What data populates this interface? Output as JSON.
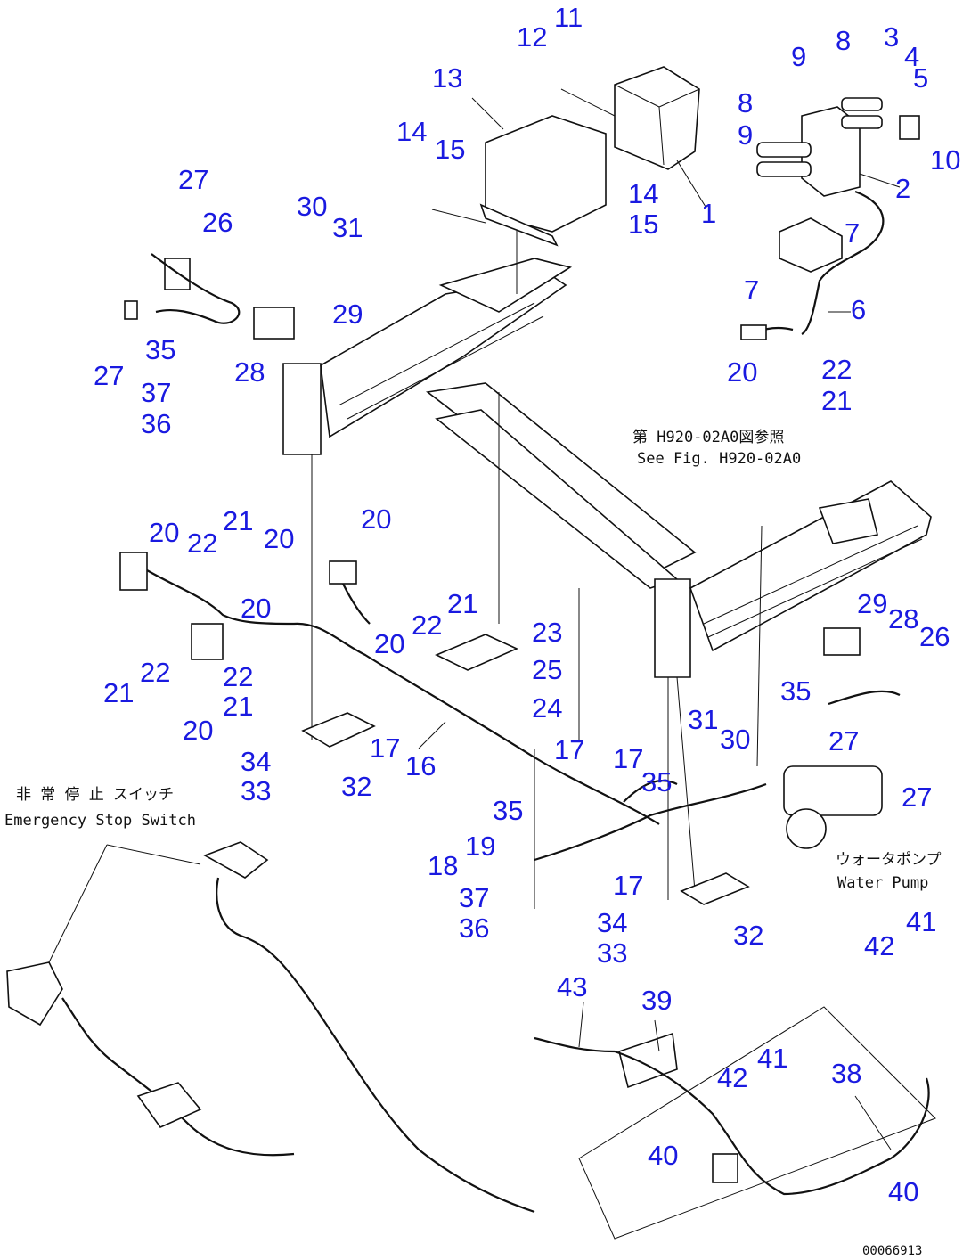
{
  "callouts": [
    "1",
    "2",
    "3",
    "4",
    "5",
    "6",
    "7",
    "8",
    "9",
    "10",
    "11",
    "12",
    "13",
    "14",
    "15",
    "16",
    "17",
    "18",
    "19",
    "20",
    "21",
    "22",
    "23",
    "24",
    "25",
    "26",
    "27",
    "28",
    "29",
    "30",
    "31",
    "32",
    "33",
    "34",
    "35",
    "36",
    "37",
    "38",
    "39",
    "40",
    "41",
    "42",
    "43"
  ],
  "references": {
    "see_fig_jp": "第 H920-02A0図参照",
    "see_fig_en": "See Fig. H920-02A0",
    "emergency_stop_jp": "非 常 停 止 スイッチ",
    "emergency_stop_en": "Emergency Stop Switch",
    "water_pump_jp": "ウォータポンプ",
    "water_pump_en": "Water Pump"
  },
  "drawing_code": "00066913"
}
